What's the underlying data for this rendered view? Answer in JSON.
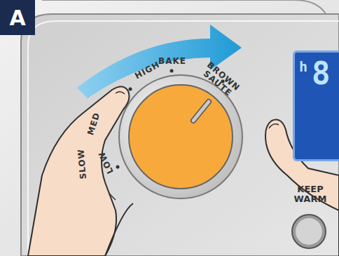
{
  "diagram": {
    "nodes": [
      {
        "text": [
          "A"
        ]
      },
      {
        "text": [
          "h",
          "8"
        ]
      }
    ],
    "labels": [
      "HIGH",
      "BAKE",
      "BROWN SAUTE",
      "MED",
      "SLOW",
      "LOW",
      "KEEP WARM"
    ]
  }
}
